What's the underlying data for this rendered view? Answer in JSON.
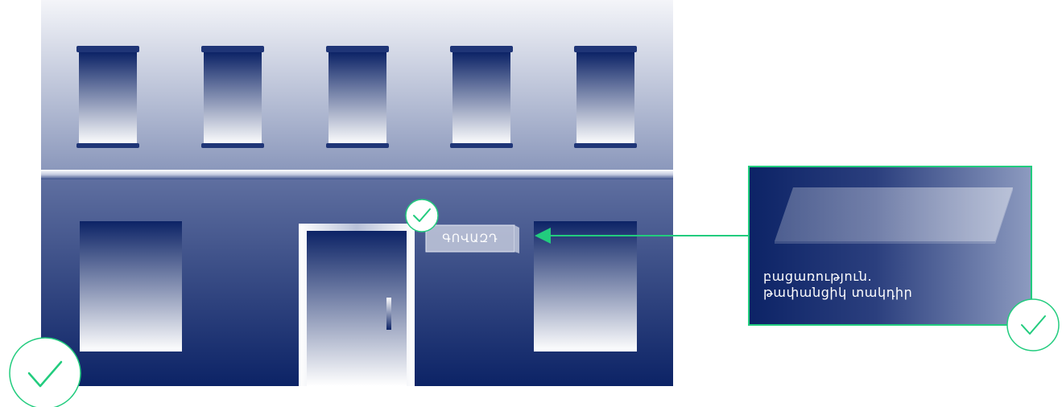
{
  "sign": {
    "label": "ԳՈՎԱԶԴ"
  },
  "callout": {
    "line1": "բացառություն.",
    "line2": "թափանցիկ տակդիր"
  },
  "colors": {
    "navy": "#0c2366",
    "accent_green": "#22cc7e",
    "white": "#ffffff"
  },
  "icons": [
    "check-icon",
    "check-icon",
    "check-icon",
    "arrow-icon"
  ]
}
